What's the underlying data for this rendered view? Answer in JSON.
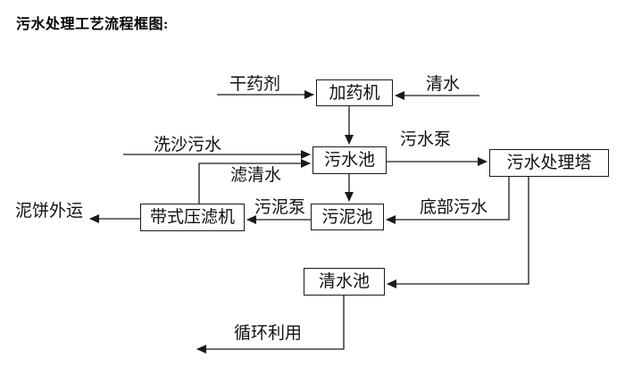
{
  "title": "污水处理工艺流程框图:",
  "diagram": {
    "nodes": {
      "dosing_machine": "加药机",
      "sewage_pool": "污水池",
      "treatment_tower": "污水处理塔",
      "sludge_pool": "污泥池",
      "belt_filter_press": "带式压滤机",
      "clean_water_pool": "清水池"
    },
    "edges": {
      "dry_agent": "干药剂",
      "clean_water": "清水",
      "sand_washing_sewage": "洗沙污水",
      "sewage_pump": "污水泵",
      "filtered_water": "滤清水",
      "bottom_sewage": "底部污水",
      "sludge_pump": "污泥泵",
      "mud_cake_outbound": "泥饼外运",
      "recycling": "循环利用"
    },
    "flows": [
      {
        "from": "干药剂(外部)",
        "to": "加药机",
        "label": "干药剂"
      },
      {
        "from": "清水(外部)",
        "to": "加药机",
        "label": "清水"
      },
      {
        "from": "加药机",
        "to": "污水池",
        "label": ""
      },
      {
        "from": "洗沙污水(外部)",
        "to": "污水池",
        "label": "洗沙污水"
      },
      {
        "from": "带式压滤机",
        "to": "污水池",
        "label": "滤清水"
      },
      {
        "from": "污水池",
        "to": "污水处理塔",
        "label": "污水泵"
      },
      {
        "from": "污水池",
        "to": "污泥池",
        "label": ""
      },
      {
        "from": "污水处理塔",
        "to": "污泥池",
        "label": "底部污水"
      },
      {
        "from": "污泥池",
        "to": "带式压滤机",
        "label": "污泥泵"
      },
      {
        "from": "带式压滤机",
        "to": "外部",
        "label": "泥饼外运"
      },
      {
        "from": "污水处理塔",
        "to": "清水池",
        "label": ""
      },
      {
        "from": "清水池",
        "to": "外部",
        "label": "循环利用"
      }
    ],
    "colors": {
      "background": "#ffffff",
      "line": "#1a1a1a",
      "text": "#000000",
      "box_border": "#1a1a1a",
      "box_fill": "#ffffff"
    }
  }
}
